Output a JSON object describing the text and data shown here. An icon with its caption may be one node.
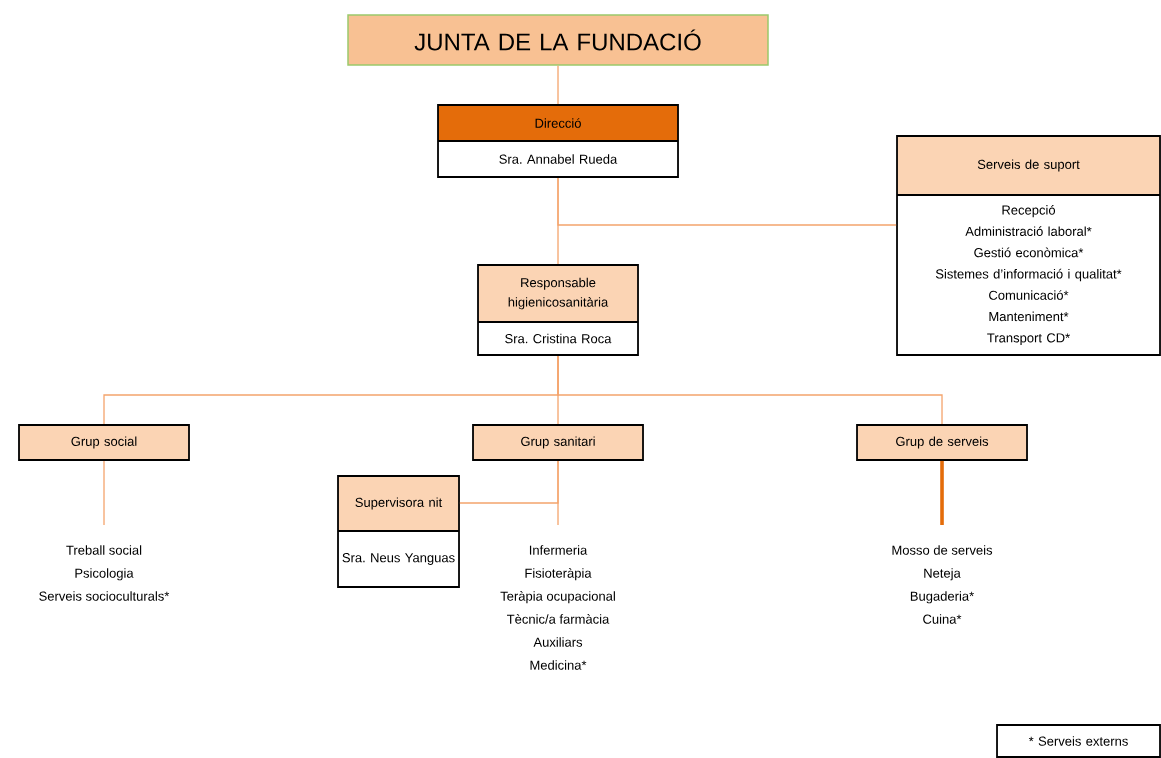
{
  "diagram": {
    "nodes": [
      {
        "text": [
          "JUNTA DE LA FUNDACIÓ"
        ]
      },
      {
        "text": [
          "Direcció",
          "Sra. Annabel Rueda"
        ]
      },
      {
        "text": [
          "Serveis de suport",
          "Recepció",
          "Administració laboral*",
          "Gestió econòmica*",
          "Sistemes d’informació i qualitat*",
          "Comunicació*",
          "Manteniment*",
          "Transport CD*"
        ]
      },
      {
        "text": [
          "Responsable higienicosanitària",
          "Sra. Cristina Roca"
        ]
      },
      {
        "text": [
          "Grup social"
        ]
      },
      {
        "text": [
          "Grup sanitari"
        ]
      },
      {
        "text": [
          "Grup de serveis"
        ]
      },
      {
        "text": [
          "Supervisora nit",
          "Sra. Neus Yanguas"
        ]
      },
      {
        "text": [
          "Treball social",
          "Psicologia",
          "Serveis socioculturals*"
        ]
      },
      {
        "text": [
          "Infermeria",
          "Fisioteràpia",
          "Teràpia ocupacional",
          "Tècnic/a farmàcia",
          "Auxiliars",
          "Medicina*"
        ]
      },
      {
        "text": [
          "Mosso de serveis",
          "Neteja",
          "Bugaderia*",
          "Cuina*"
        ]
      },
      {
        "text": [
          "* Serveis externs"
        ]
      }
    ],
    "edges": [
      {
        "from": 0,
        "to": 1,
        "arrow": "none"
      },
      {
        "from": 1,
        "to": 3,
        "arrow": "none"
      },
      {
        "from": 1,
        "to": 2,
        "arrow": "none"
      },
      {
        "from": 3,
        "to": 4,
        "arrow": "none"
      },
      {
        "from": 3,
        "to": 5,
        "arrow": "none"
      },
      {
        "from": 3,
        "to": 6,
        "arrow": "none"
      },
      {
        "from": 4,
        "to": 8,
        "arrow": "none"
      },
      {
        "from": 5,
        "to": 9,
        "arrow": "none"
      },
      {
        "from": 5,
        "to": 7,
        "arrow": "none"
      },
      {
        "from": 6,
        "to": 10,
        "arrow": "none",
        "style": "thick",
        "color": "#e46c0a"
      }
    ]
  }
}
